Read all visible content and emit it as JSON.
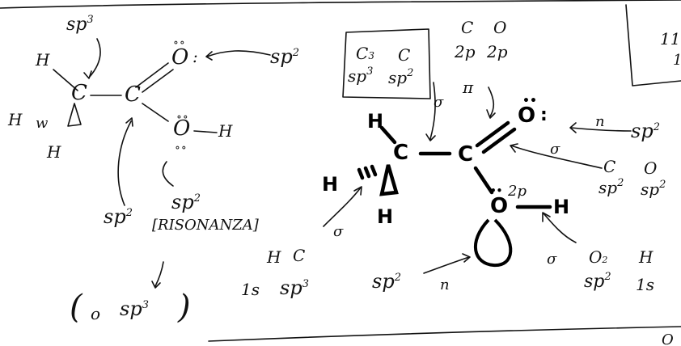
{
  "sketch": {
    "top_right_label": "11",
    "top_right_sub": "1",
    "bottom_right_mark": "O",
    "left": {
      "top_hyb": "sp",
      "top_hyb_exp": "3",
      "H1": "H",
      "H2": "H",
      "H3": "H",
      "C1": "C",
      "C2": "C",
      "O_double": "O",
      "O_single": "O",
      "H_oh": "H",
      "hash_mark": "w",
      "sp2_carbonyl_label": "sp",
      "sp2_carbonyl_exp": "2",
      "sp2_c_label": "sp",
      "sp2_c_exp": "2",
      "sp2_o_label": "sp",
      "sp2_o_exp": "2",
      "resonance_note": "[RISONANZA]",
      "alt_open": "(",
      "alt_o": "o",
      "alt_sp": "sp",
      "alt_exp": "3",
      "alt_close": ")"
    },
    "box": {
      "c3": "C",
      "c3_sub": "3",
      "c": "C",
      "sp3": "sp",
      "sp3_exp": "3",
      "sp2": "sp",
      "sp2_exp": "2"
    },
    "right": {
      "C_label": "C",
      "O_label": "O",
      "twop_1": "2p",
      "twop_2": "2p",
      "pi": "π",
      "sigma_top": "σ",
      "H_top": "H",
      "H_left": "H",
      "H_bottom": "H",
      "H_oh": "H",
      "C1": "C",
      "C2": "C",
      "O_double": "O",
      "O_single": "O",
      "o_2p": "2p",
      "n_label": "n",
      "sp2_right": "sp",
      "sp2_right_exp": "2",
      "sigma_right": "σ",
      "c_sp2": "C",
      "o_sp2": "O",
      "sp_c": "sp",
      "sp_c_exp": "2",
      "sp_o": "sp",
      "sp_o_exp": "2",
      "sigma_hc": "σ",
      "H_small": "H",
      "C_small": "C",
      "one_s": "1s",
      "sp3_small": "sp",
      "sp3_small_exp": "3",
      "sp2_lone": "sp",
      "sp2_lone_exp": "2",
      "n_lone": "n",
      "sigma_oh": "σ",
      "O2": "O",
      "O2_sub": "2",
      "H_oh2": "H",
      "sp_oh": "sp",
      "sp_oh_exp": "2",
      "one_s_oh": "1s"
    }
  },
  "colors": {
    "ink": "#111111",
    "bold_ink": "#000000",
    "paper": "#ffffff"
  }
}
